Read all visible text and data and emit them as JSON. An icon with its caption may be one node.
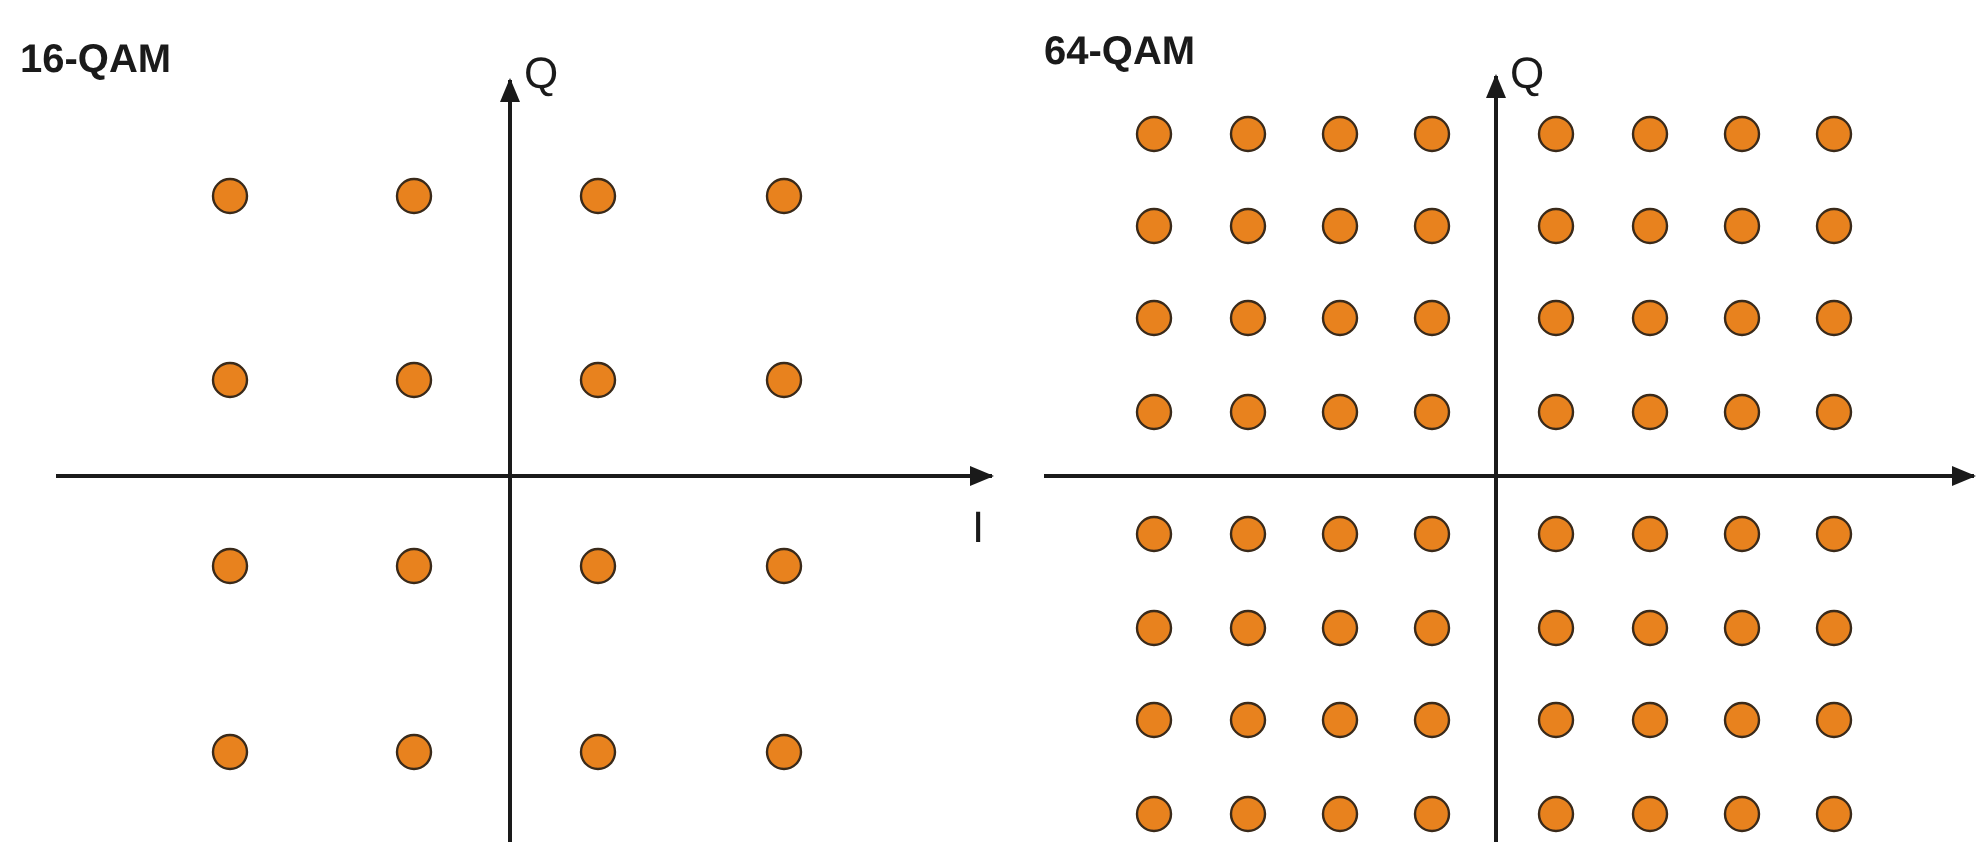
{
  "diagram": {
    "labels": [
      "16-QAM",
      "Q",
      "I",
      "64-QAM",
      "Q"
    ]
  }
}
